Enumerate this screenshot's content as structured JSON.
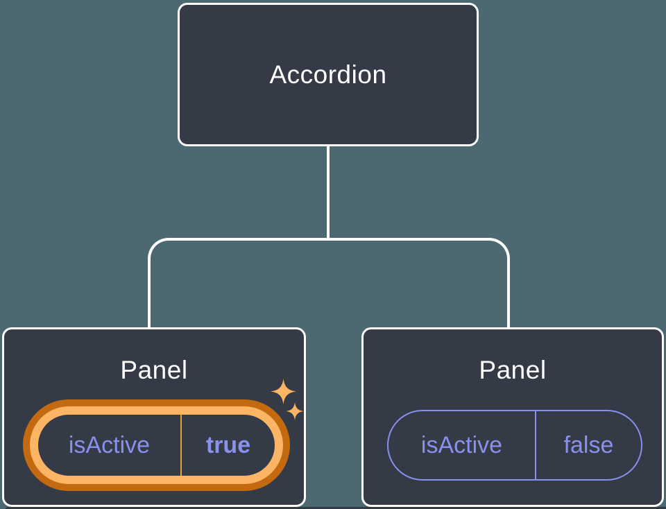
{
  "colors": {
    "background": "#4C6870",
    "box_fill": "#343A46",
    "box_border": "#FFFFFF",
    "connector": "#FFFFFF",
    "title_text": "#FFFFFF",
    "prop_text": "#8891EC",
    "pill_border_inactive": "#8891EC",
    "highlight_ring_outer": "#C36A10",
    "highlight_ring_inner": "#FBB564",
    "highlight_divider": "#E8A33D",
    "sparkle": "#FBB564"
  },
  "tree": {
    "root": {
      "label": "Accordion"
    },
    "panels": [
      {
        "label": "Panel",
        "prop_name": "isActive",
        "prop_value": "true",
        "highlighted": true
      },
      {
        "label": "Panel",
        "prop_name": "isActive",
        "prop_value": "false",
        "highlighted": false
      }
    ]
  }
}
